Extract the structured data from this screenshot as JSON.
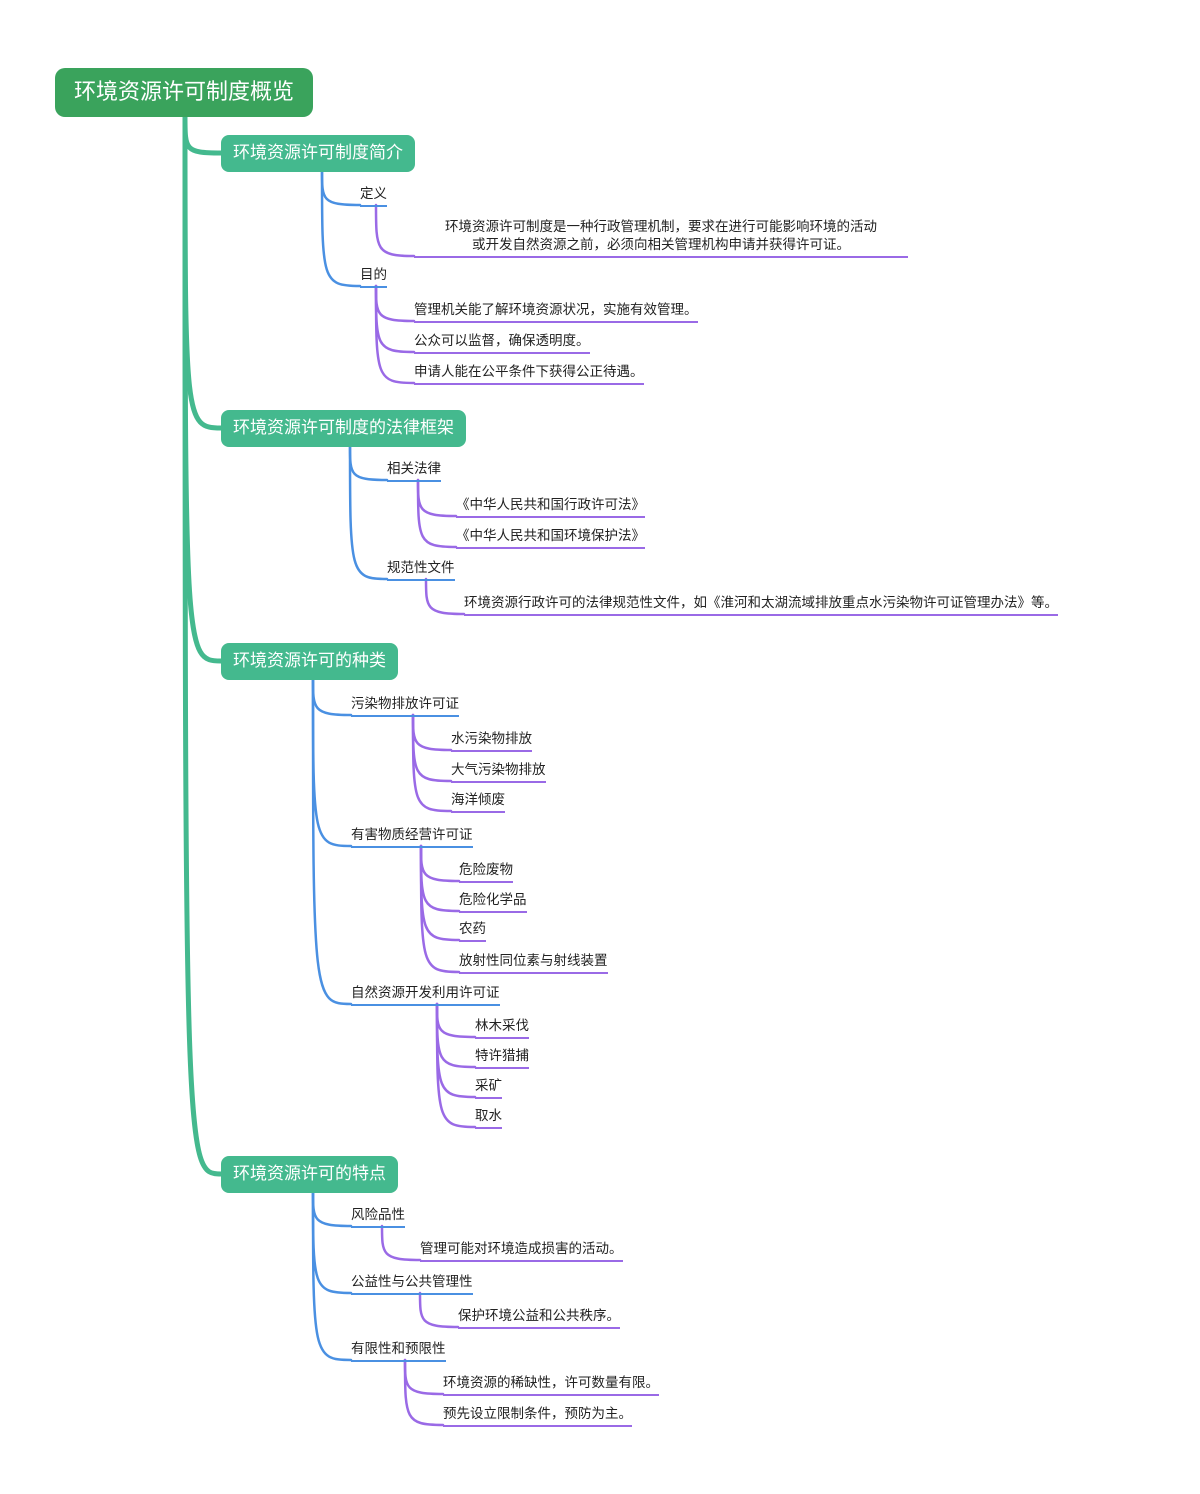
{
  "root": {
    "title": "环境资源许可制度概览"
  },
  "branches": [
    {
      "title": "环境资源许可制度简介",
      "children": [
        {
          "label": "定义",
          "items": [
            "环境资源许可制度是一种行政管理机制，要求在进行可能影响环境的活动",
            "或开发自然资源之前，必须向相关管理机构申请并获得许可证。"
          ]
        },
        {
          "label": "目的",
          "items": [
            "管理机关能了解环境资源状况，实施有效管理。",
            "公众可以监督，确保透明度。",
            "申请人能在公平条件下获得公正待遇。"
          ]
        }
      ]
    },
    {
      "title": "环境资源许可制度的法律框架",
      "children": [
        {
          "label": "相关法律",
          "items": [
            "《中华人民共和国行政许可法》",
            "《中华人民共和国环境保护法》"
          ]
        },
        {
          "label": "规范性文件",
          "items": [
            "环境资源行政许可的法律规范性文件，如《淮河和太湖流域排放重点水污染物许可证管理办法》等。"
          ]
        }
      ]
    },
    {
      "title": "环境资源许可的种类",
      "children": [
        {
          "label": "污染物排放许可证",
          "items": [
            "水污染物排放",
            "大气污染物排放",
            "海洋倾废"
          ]
        },
        {
          "label": "有害物质经营许可证",
          "items": [
            "危险废物",
            "危险化学品",
            "农药",
            "放射性同位素与射线装置"
          ]
        },
        {
          "label": "自然资源开发利用许可证",
          "items": [
            "林木采伐",
            "特许猎捕",
            "采矿",
            "取水"
          ]
        }
      ]
    },
    {
      "title": "环境资源许可的特点",
      "children": [
        {
          "label": "风险品性",
          "items": [
            "管理可能对环境造成损害的活动。"
          ]
        },
        {
          "label": "公益性与公共管理性",
          "items": [
            "保护环境公益和公共秩序。"
          ]
        },
        {
          "label": "有限性和预限性",
          "items": [
            "环境资源的稀缺性，许可数量有限。",
            "预先设立限制条件，预防为主。"
          ]
        }
      ]
    }
  ],
  "colors": {
    "root": "#3aa35c",
    "branch": "#44b98e",
    "sub_line": "#4a90e2",
    "item_line": "#9a6ae6"
  }
}
